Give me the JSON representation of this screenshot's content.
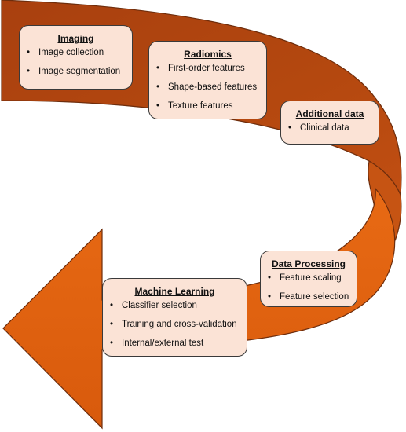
{
  "colors": {
    "arrow_dark": "#a9400f",
    "arrow_mid": "#c65413",
    "arrow_light": "#e0600e",
    "box_fill": "#fbe3d6",
    "outline": "#5a2a10"
  },
  "steps": [
    {
      "title": "Imaging",
      "items": [
        "Image collection",
        "Image segmentation"
      ]
    },
    {
      "title": "Radiomics",
      "items": [
        "First-order features",
        "Shape-based features",
        "Texture features"
      ]
    },
    {
      "title": "Additional data",
      "items": [
        "Clinical data"
      ]
    },
    {
      "title": "Data Processing",
      "items": [
        "Feature scaling",
        "Feature selection"
      ]
    },
    {
      "title": "Machine Learning",
      "items": [
        "Classifier selection",
        "Training and cross-validation",
        "Internal/external test"
      ]
    }
  ]
}
